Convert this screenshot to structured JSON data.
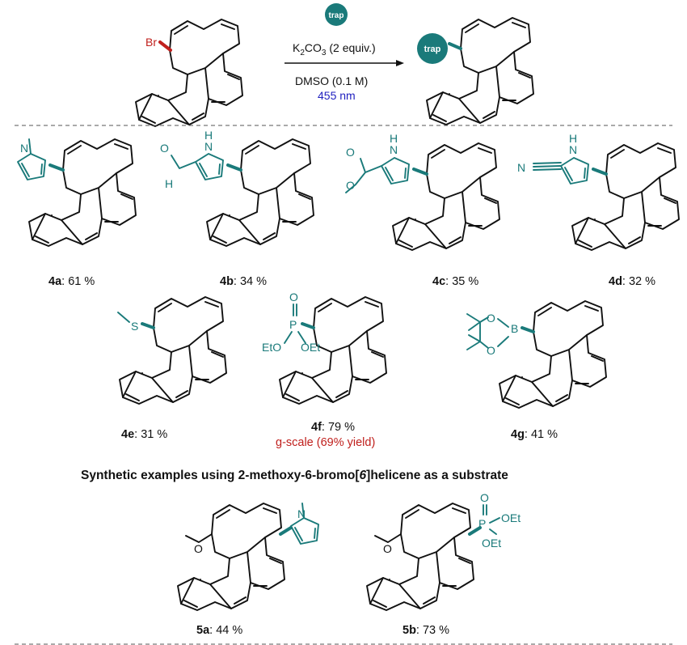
{
  "reaction": {
    "reagent_badge": "trap",
    "product_badge": "trap",
    "halogen": "Br",
    "reagent_base": "K",
    "reagent_base_sub": "2",
    "reagent_base_rest": "CO",
    "reagent_base_sub2": "3",
    "reagent_base_tail": " (2 equiv.)",
    "solvent": "DMSO (0.1 M)",
    "light": "455 nm"
  },
  "products_row1": [
    {
      "id": "4a",
      "yield": ": 61 %"
    },
    {
      "id": "4b",
      "yield": ": 34 %"
    },
    {
      "id": "4c",
      "yield": ": 35 %"
    },
    {
      "id": "4d",
      "yield": ": 32 %"
    }
  ],
  "products_row2": [
    {
      "id": "4e",
      "yield": ": 31 %"
    },
    {
      "id": "4f",
      "yield": ": 79 %",
      "note": "g-scale (69% yield)"
    },
    {
      "id": "4g",
      "yield": ": 41 %"
    }
  ],
  "section_title": {
    "before": "Synthetic examples using 2-methoxy-6-bromo[",
    "italic": "6",
    "after": "]helicene as a substrate"
  },
  "products_row3": [
    {
      "id": "5a",
      "yield": ": 44 %"
    },
    {
      "id": "5b",
      "yield": ": 73 %"
    }
  ],
  "atoms": {
    "N": "N",
    "H": "H",
    "O": "O",
    "S": "S",
    "B": "B",
    "P": "P",
    "OEt": "OEt",
    "EtO": "EtO"
  },
  "colors": {
    "trap_teal": "#1a7a7a",
    "bromine_red": "#c0201d",
    "light_blue": "#1f1fbf",
    "gscale_red": "#c0201d"
  }
}
